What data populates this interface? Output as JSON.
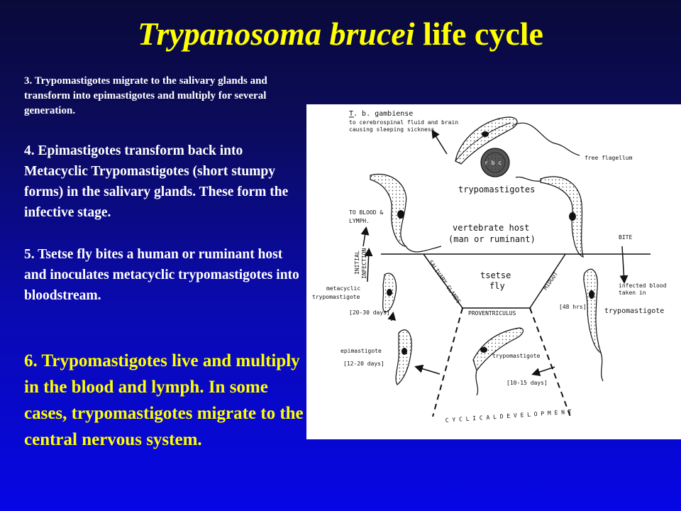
{
  "title": {
    "italic": "Trypanosoma brucei",
    "rest": " life cycle"
  },
  "steps": {
    "s3": "3.  Trypomastigotes migrate to   the salivary glands and transform into epimastigotes and multiply for several generation.",
    "s4": "4.  Epimastigotes transform back into Metacyclic Trypomastigotes (short stumpy forms) in the salivary glands.  These form the infective stage.",
    "s5": "5.  Tsetse fly bites a human or ruminant host and inoculates metacyclic trypomastigotes into bloodstream.",
    "s6": "6.  Trypomastigotes live and multiply in the blood and lymph.   In some cases, trypomastigotes migrate to the central nervous system."
  },
  "diagram": {
    "tbg_label": "T. b. gambiense",
    "cns_line1": "to cerebrospinal fluid and brain",
    "cns_line2": "causing sleeping sickness",
    "free_flagellum": "free flagellum",
    "rbc": "r b c",
    "trypomastigotes": "trypomastigotes",
    "to_blood_1": "TO BLOOD &",
    "to_blood_2": "LYMPH.",
    "vertebrate_host_1": "vertebrate host",
    "vertebrate_host_2": "(man or ruminant)",
    "bite": "BITE",
    "infected_blood_1": "infected blood",
    "infected_blood_2": "taken in",
    "initial_infection_1": "INITIAL",
    "initial_infection_2": "INFECTION",
    "salivary_glands": "SALIVARY GLANDS",
    "tsetse_1": "tsetse",
    "tsetse_2": "fly",
    "midgut": "MIDGUT",
    "metacyclic_1": "metacyclic",
    "metacyclic_2": "trypomastigote",
    "days_20_30": "[20-30 days]",
    "proventriculus": "PROVENTRICULUS",
    "hrs_48": "[48 hrs]",
    "trypomastigote_right": "trypomastigote",
    "epimastigote": "epimastigote",
    "days_12_20": "[12-20 days]",
    "trypomastigote_mid": "trypomastigote",
    "days_10_15": "[10-15 days]",
    "cyclical": "C Y C L I C A L   D E V E L O P M E N T"
  }
}
